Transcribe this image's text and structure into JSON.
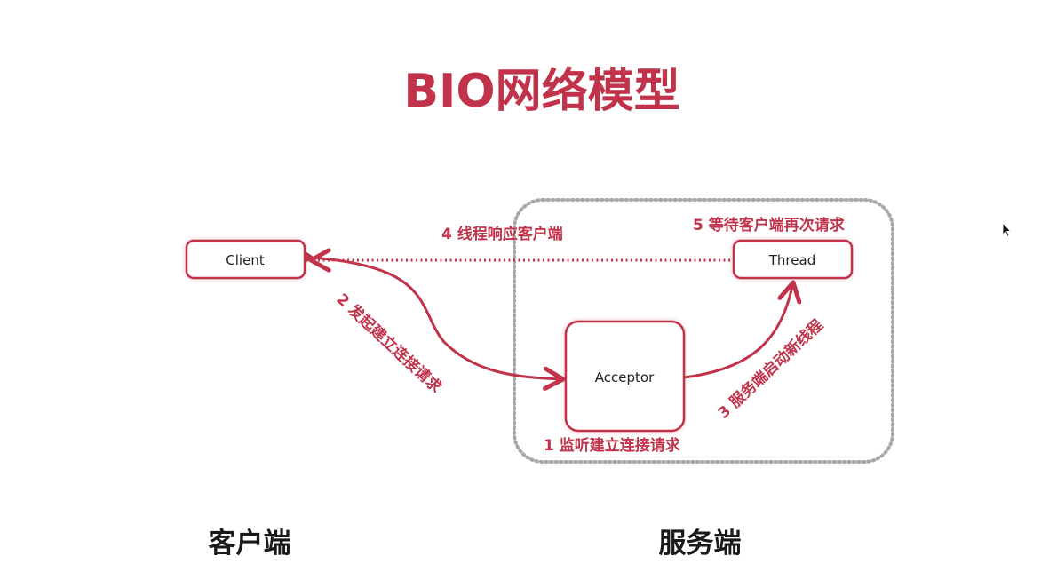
{
  "title": "BIO网络模型",
  "nodes": {
    "client": "Client",
    "thread": "Thread",
    "acceptor": "Acceptor"
  },
  "annotations": {
    "step1": "1 监听建立连接请求",
    "step2": "2 发起建立连接请求",
    "step3": "3 服务端启动新线程",
    "step4": "4 线程响应客户端",
    "step5": "5 等待客户端再次请求"
  },
  "sides": {
    "client": "客户端",
    "server": "服务端"
  },
  "colors": {
    "accent": "#c0334a",
    "text": "#1a1a1a",
    "server_frame": "#a8a8a8"
  },
  "icons": {
    "cursor": "mouse-pointer-icon"
  }
}
